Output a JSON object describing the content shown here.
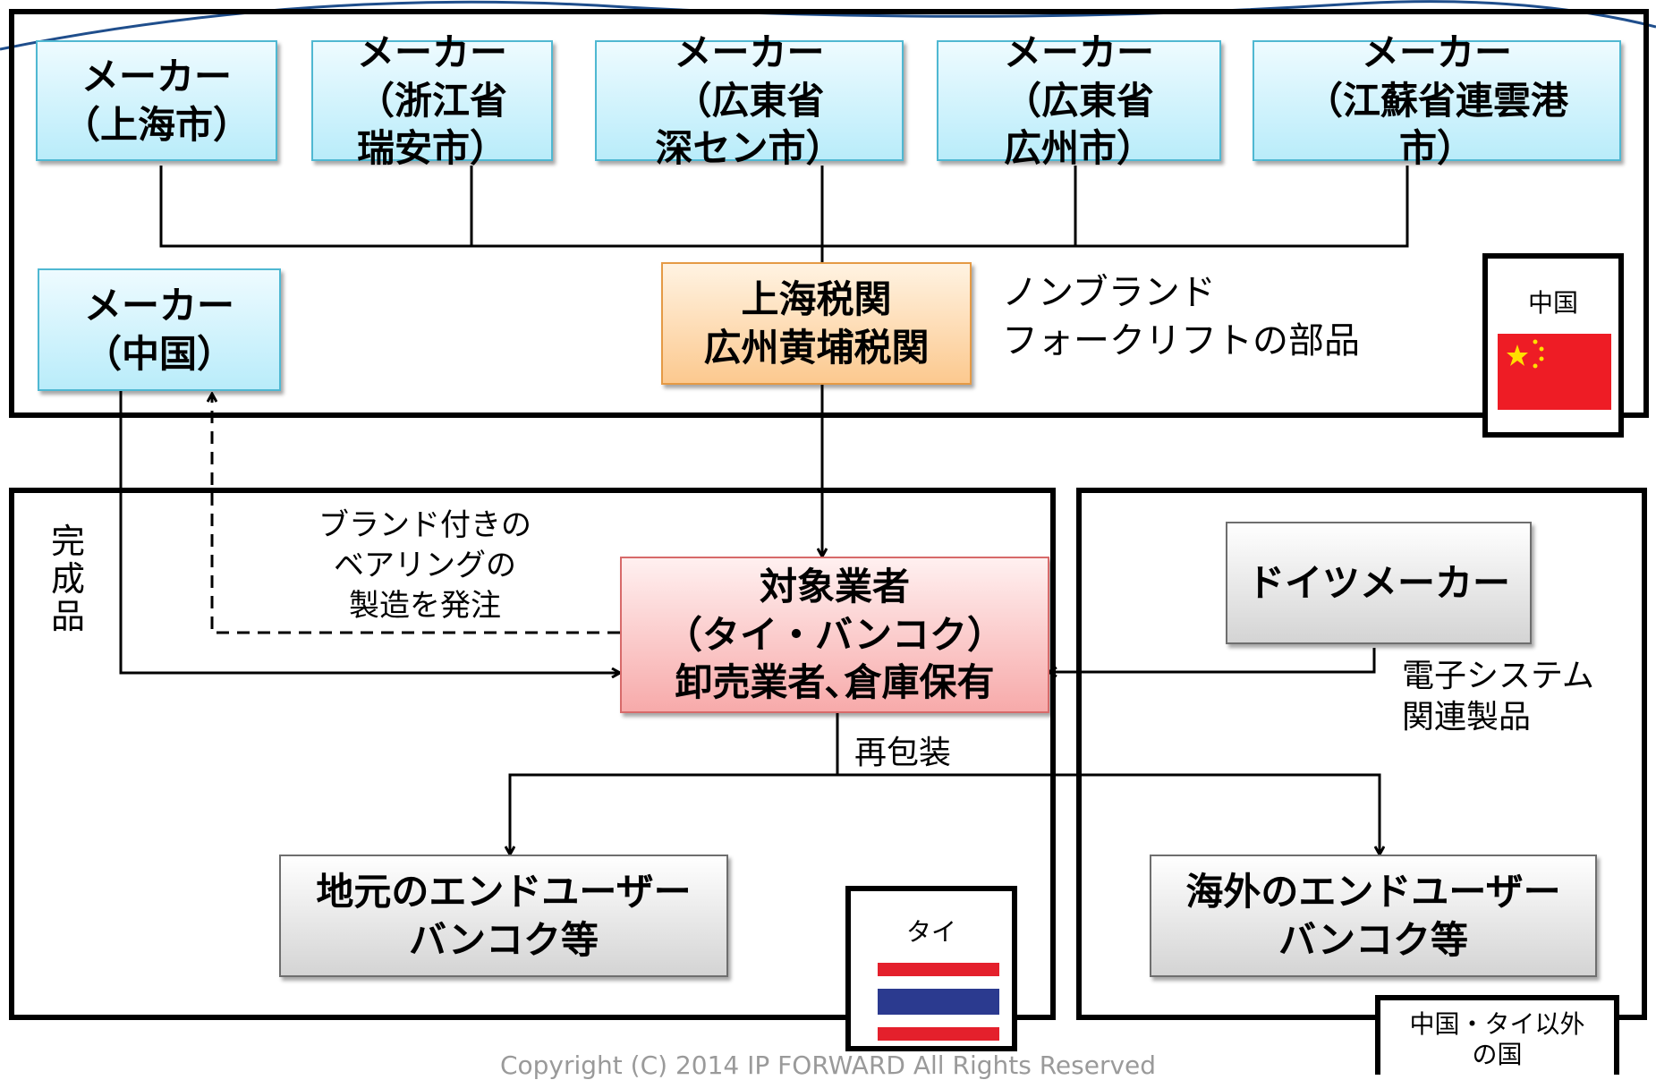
{
  "nodes": {
    "maker_shanghai": "メーカー\n（上海市）",
    "maker_zhejiang": "メーカー\n（浙江省\n瑞安市）",
    "maker_shenzhen": "メーカー\n（広東省\n深セン市）",
    "maker_guangzhou": "メーカー\n（広東省\n広州市）",
    "maker_jiangsu": "メーカー\n（江蘇省連雲港\n市）",
    "maker_china": "メーカー\n（中国）",
    "customs": "上海税関\n広州黄埔税関",
    "target": "対象業者\n（タイ・バンコク）\n卸売業者､倉庫保有",
    "german_maker": "ドイツメーカー",
    "local_users": "地元のエンドユーザー\nバンコク等",
    "overseas_users": "海外のエンドユーザー\nバンコク等"
  },
  "labels": {
    "nonbrand": "ノンブランド\nフォークリフトの部品",
    "finished": "完\n成\n品",
    "order": "ブランド付きの\nベアリングの\n製造を発注",
    "electronics": "電子システム\n関連製品",
    "repack": "再包装"
  },
  "regions": {
    "china": "中国",
    "thailand": "タイ",
    "other": "中国・タイ以外\nの国"
  },
  "footer": "Copyright (C) 2014 IP FORWARD All Rights Reserved",
  "colors": {
    "maker_fill": "#b9ecfa",
    "customs_fill": "#fcc98f",
    "target_fill": "#f7aaaa",
    "gray_fill": "#d4d4d4",
    "china_flag": "#ee1c25",
    "china_star": "#ffde00",
    "thai_red": "#e4202c",
    "thai_blue": "#2b3a8f"
  }
}
